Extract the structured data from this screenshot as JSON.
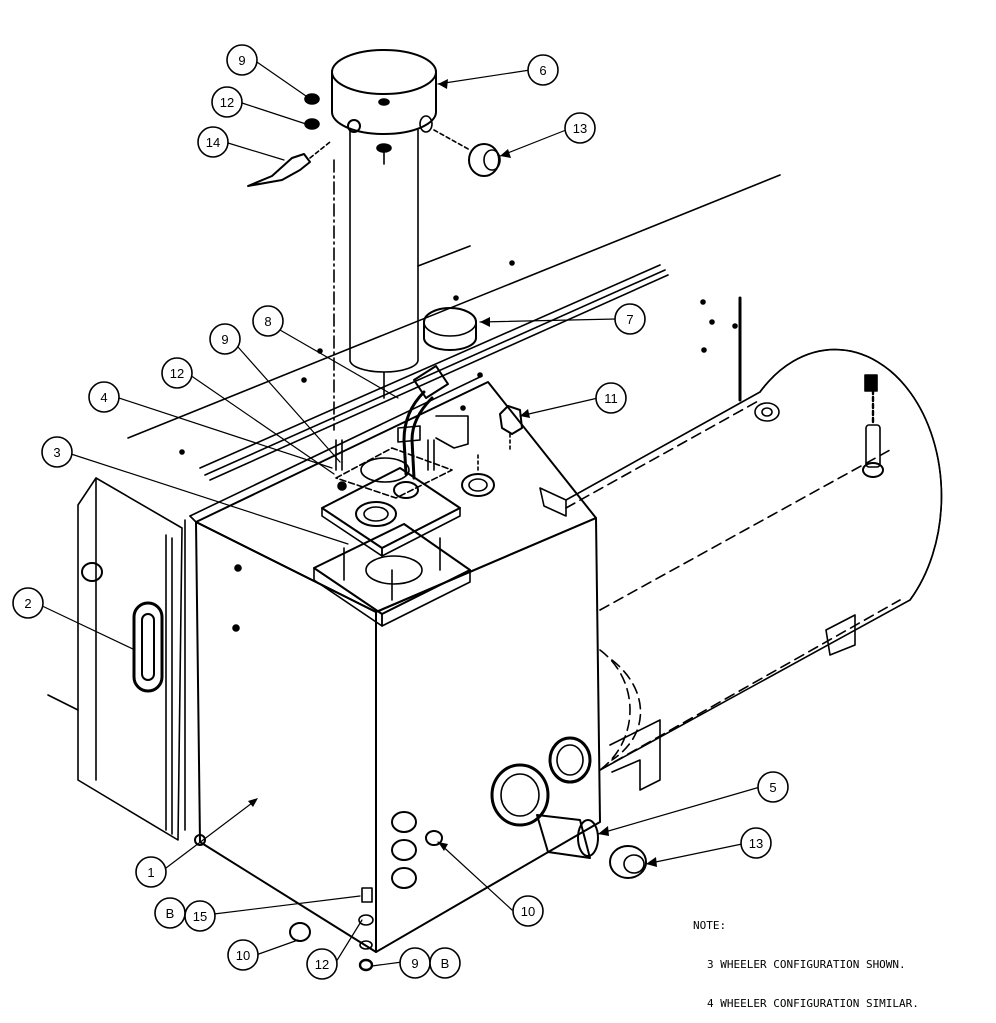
{
  "callouts": [
    {
      "id": "c1",
      "label": "1"
    },
    {
      "id": "c2",
      "label": "2"
    },
    {
      "id": "c3",
      "label": "3"
    },
    {
      "id": "c4",
      "label": "4"
    },
    {
      "id": "c5",
      "label": "5"
    },
    {
      "id": "c6",
      "label": "6"
    },
    {
      "id": "c7",
      "label": "7"
    },
    {
      "id": "c8",
      "label": "8"
    },
    {
      "id": "c9a",
      "label": "9"
    },
    {
      "id": "c9b",
      "label": "9"
    },
    {
      "id": "c9c",
      "label": "9"
    },
    {
      "id": "c10a",
      "label": "10"
    },
    {
      "id": "c10b",
      "label": "10"
    },
    {
      "id": "c11",
      "label": "11"
    },
    {
      "id": "c12a",
      "label": "12"
    },
    {
      "id": "c12b",
      "label": "12"
    },
    {
      "id": "c12c",
      "label": "12"
    },
    {
      "id": "c13a",
      "label": "13"
    },
    {
      "id": "c13b",
      "label": "13"
    },
    {
      "id": "c14",
      "label": "14"
    },
    {
      "id": "c15",
      "label": "15"
    },
    {
      "id": "cBa",
      "label": "B"
    },
    {
      "id": "cBb",
      "label": "B"
    }
  ],
  "note": {
    "heading": "NOTE:",
    "lines": [
      "3 WHEELER CONFIGURATION SHOWN.",
      "4 WHEELER CONFIGURATION SIMILAR."
    ]
  }
}
